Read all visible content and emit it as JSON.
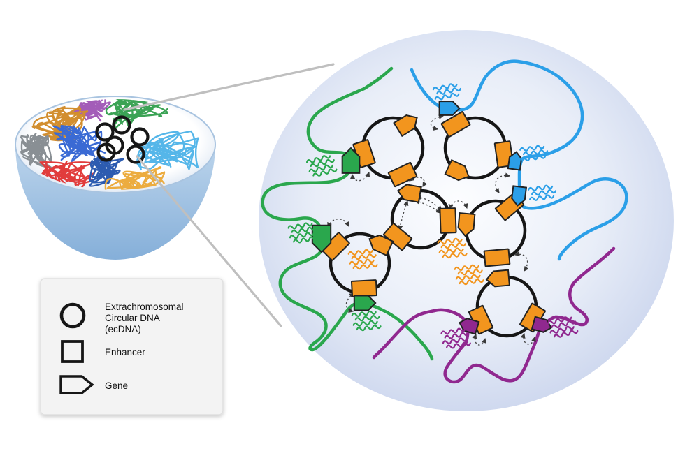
{
  "figure": {
    "type": "scientific-diagram",
    "topic": "Extrachromosomal circular DNA (ecDNA) hubs inside the cell nucleus"
  },
  "legend": {
    "items": [
      {
        "symbol": "circle",
        "lines": [
          "Extrachromosomal",
          "Circular DNA",
          "(ecDNA)"
        ]
      },
      {
        "symbol": "square",
        "label": "Enhancer"
      },
      {
        "symbol": "gene-arrow",
        "label": "Gene"
      }
    ]
  },
  "nucleus": {
    "ecdna_count": 6,
    "territory_color_names": [
      "purple",
      "green",
      "ochre",
      "gray",
      "blue",
      "red",
      "darkblue",
      "sky",
      "gold"
    ]
  },
  "hub": {
    "ecdna_count": 6,
    "enhancer_count": 12,
    "orange_gene_count": 6,
    "chromosome_strands": [
      {
        "color_name": "green",
        "genes": 3,
        "transcript_sets": 3
      },
      {
        "color_name": "blue",
        "genes": 3,
        "transcript_sets": 3
      },
      {
        "color_name": "purple",
        "genes": 2,
        "transcript_sets": 2
      }
    ]
  },
  "colors": {
    "orange": "#F2951E",
    "green": "#2AA74D",
    "blue": "#2B9FE8",
    "purple": "#90288F",
    "ring_black": "#161616",
    "shape_stroke": "#222222",
    "dashed_arrow": "#4A4A4A",
    "hub_edge": "#C7D2EC",
    "hub_mid": "#E9EEF8",
    "hub_center": "#FCFDFF",
    "callout_gray": "#BFBFBF",
    "legend_bg": "#F3F3F3",
    "legend_border": "#E0E0E0",
    "text": "#111111",
    "bowl_top": "#BDD5EC",
    "bowl_bottom": "#85AFD9",
    "rim_edge": "#A9C4E0",
    "rim_center": "#FFFFFF",
    "rim_outer": "#D8E3F1",
    "territories": {
      "purple": "#A35CB8",
      "green": "#3BA355",
      "ochre": "#D28E2F",
      "gray": "#898F94",
      "blue": "#3A6AD4",
      "red": "#E13C3C",
      "darkblue": "#2C5BB0",
      "sky": "#55B6E9",
      "gold": "#ECAC3F"
    }
  }
}
